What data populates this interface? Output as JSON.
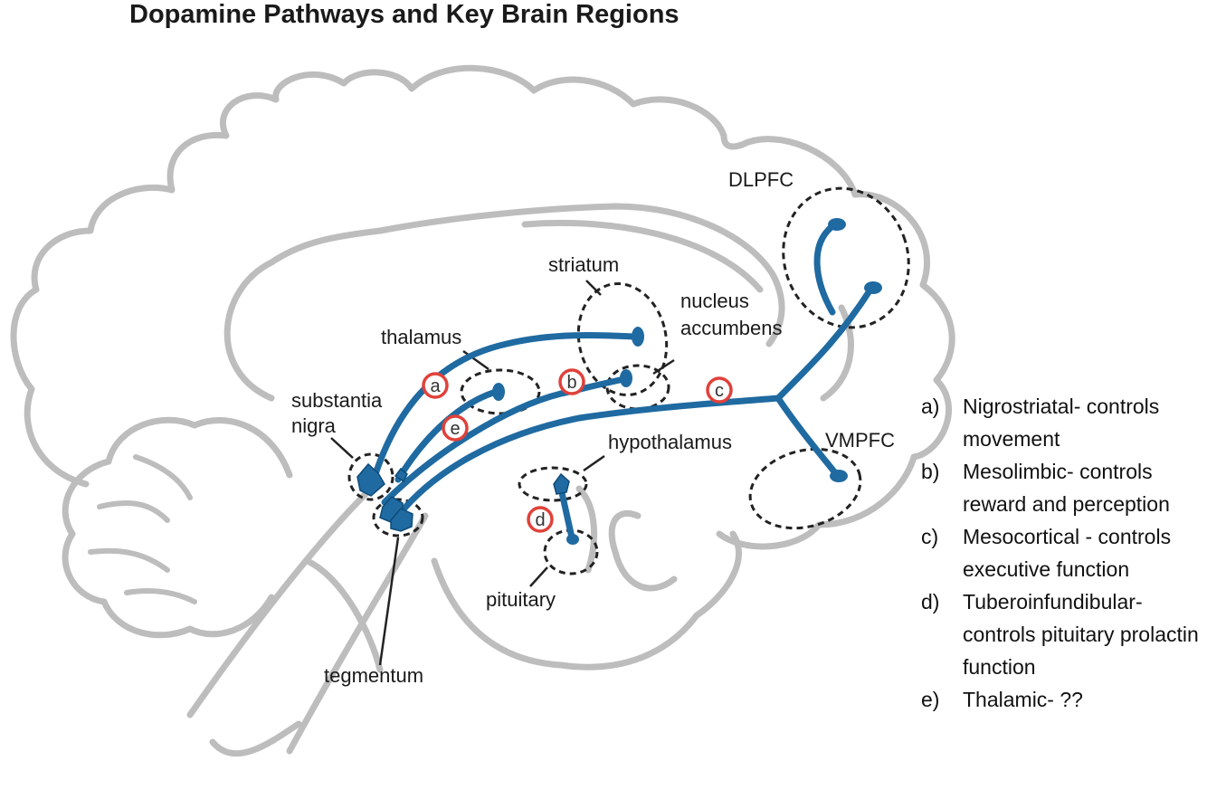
{
  "title": "Dopamine Pathways and Key Brain Regions",
  "colors": {
    "brain_outline": "#bdbdbd",
    "pathway": "#1f6aa1",
    "region_border": "#222222",
    "badge": "#e0413a",
    "text": "#1a1a1a"
  },
  "regions": {
    "dlpfc": "DLPFC",
    "vmpfc": "VMPFC",
    "striatum": "striatum",
    "nucleus_accumbens_1": "nucleus",
    "nucleus_accumbens_2": "accumbens",
    "thalamus": "thalamus",
    "substantia_nigra_1": "substantia",
    "substantia_nigra_2": "nigra",
    "hypothalamus": "hypothalamus",
    "pituitary": "pituitary",
    "tegmentum": "tegmentum"
  },
  "pathway_badges": {
    "a": "a",
    "b": "b",
    "c": "c",
    "d": "d",
    "e": "e"
  },
  "legend": [
    {
      "letter": "a)",
      "text": "Nigrostriatal- controls movement"
    },
    {
      "letter": "b)",
      "text": "Mesolimbic- controls reward and perception"
    },
    {
      "letter": "c)",
      "text": "Mesocortical - controls executive function"
    },
    {
      "letter": "d)",
      "text": "Tuberoinfundibular- controls pituitary prolactin function"
    },
    {
      "letter": "e)",
      "text": "Thalamic- ??"
    }
  ]
}
